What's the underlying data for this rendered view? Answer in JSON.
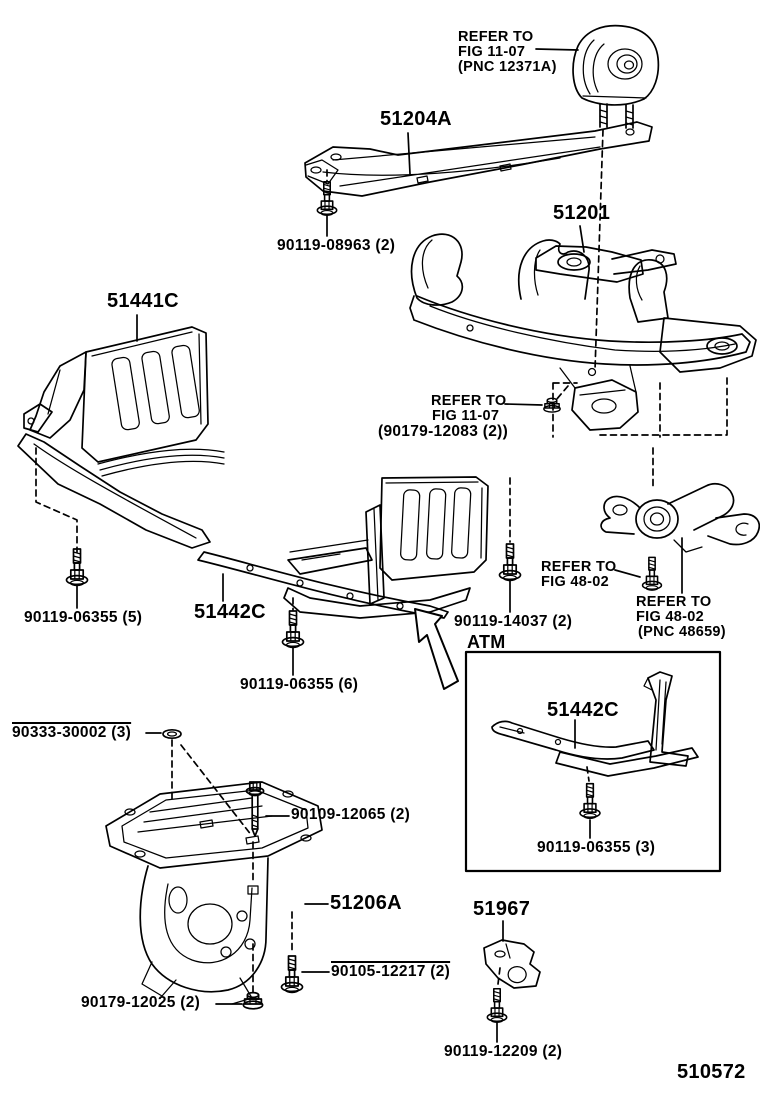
{
  "figure": {
    "code": "510572"
  },
  "colors": {
    "ink": "#000000",
    "paper": "#ffffff"
  },
  "glyphs": {
    "fastener_bolt": "flange-bolt",
    "fastener_long_bolt": "long-hex-bolt",
    "fastener_nut": "flange-nut",
    "fastener_grommet": "grommet-ring",
    "atm_pointer": "outline-arrow"
  },
  "callouts": {
    "refer_12371a": {
      "l1": "REFER TO",
      "l2": "FIG 11-07",
      "l3": "(PNC 12371A)"
    },
    "p51204a": "51204A",
    "b08963": "90119-08963 (2)",
    "p51201": "51201",
    "p51441c": "51441C",
    "refer_12083": {
      "l1": "REFER TO",
      "l2": "FIG 11-07",
      "l3": "(90179-12083 (2))"
    },
    "b06355_5": "90119-06355 (5)",
    "p51442c": "51442C",
    "b06355_6": "90119-06355 (6)",
    "b14037": "90119-14037 (2)",
    "atm": "ATM",
    "refer_4802": {
      "l1": "REFER TO",
      "l2": "FIG 48-02"
    },
    "refer_48659": {
      "l1": "REFER TO",
      "l2": "FIG 48-02",
      "l3": "(PNC 48659)"
    },
    "inset": {
      "p51442c": "51442C",
      "b06355_3": "90119-06355 (3)"
    },
    "b90333": "90333-30002 (3)",
    "b90109": "90109-12065 (2)",
    "p51206a": "51206A",
    "b90105": "90105-12217 (2)",
    "b12025": "90179-12025 (2)",
    "p51967": "51967",
    "b12209": "90119-12209 (2)"
  }
}
